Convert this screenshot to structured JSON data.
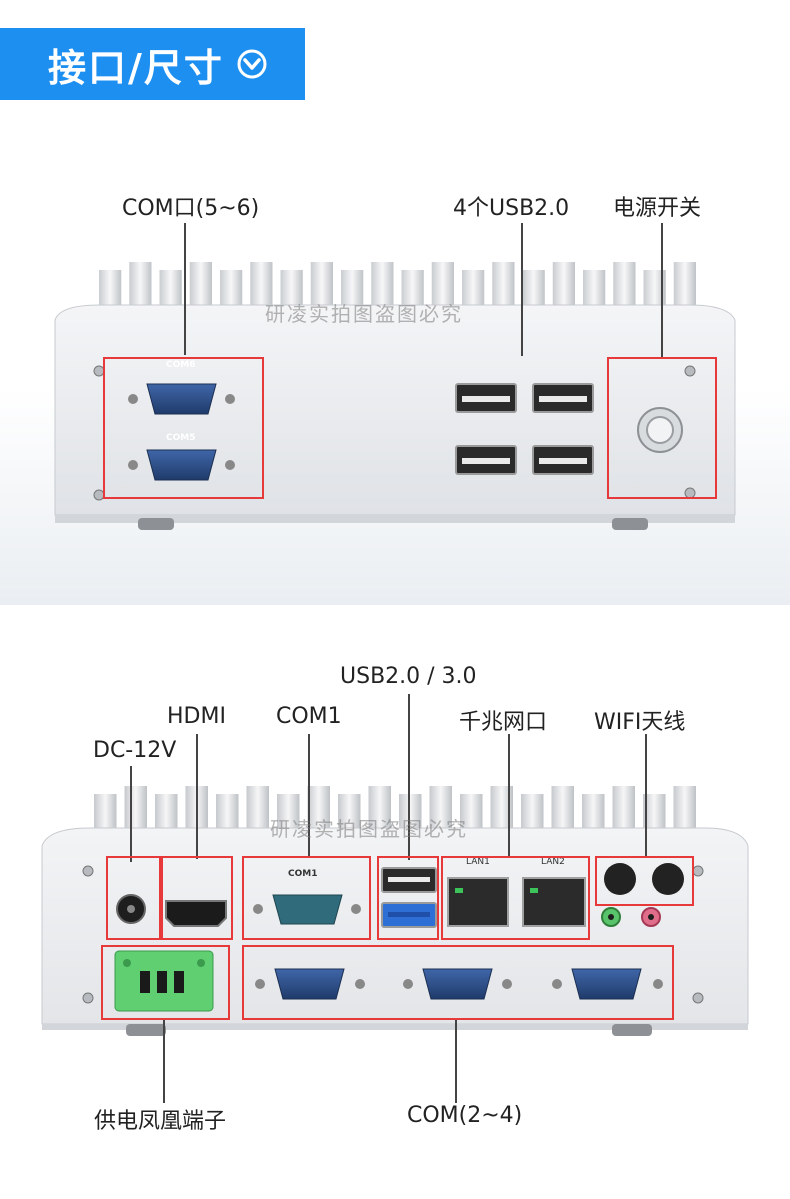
{
  "header": {
    "title": "接口/尺寸"
  },
  "panel_top": {
    "watermark": "研凌实拍图盗图必究",
    "port_tags": {
      "com6": "COM6",
      "com5": "COM5"
    },
    "labels": {
      "com": "COM口(5~6)",
      "usb": "4个USB2.0",
      "power": "电源开关"
    }
  },
  "panel_bottom": {
    "watermark": "研凌实拍图盗图必究",
    "port_tags": {
      "com1": "COM1",
      "lan1": "LAN1",
      "lan2": "LAN2",
      "dc": "DC-12V",
      "hdmi": "HDMI"
    },
    "labels": {
      "usb": "USB2.0 / 3.0",
      "hdmi": "HDMI",
      "com1": "COM1",
      "lan": "千兆网口",
      "wifi": "WIFI天线",
      "dc": "DC-12V",
      "phoenix": "供电凤凰端子",
      "com_multi": "COM(2~4)"
    }
  },
  "colors": {
    "banner": "#1d8ff0",
    "highlight": "#e8393a",
    "com_port": "#2c4f86",
    "usb3": "#2e6fd6",
    "phoenix": "#5fcf72"
  }
}
